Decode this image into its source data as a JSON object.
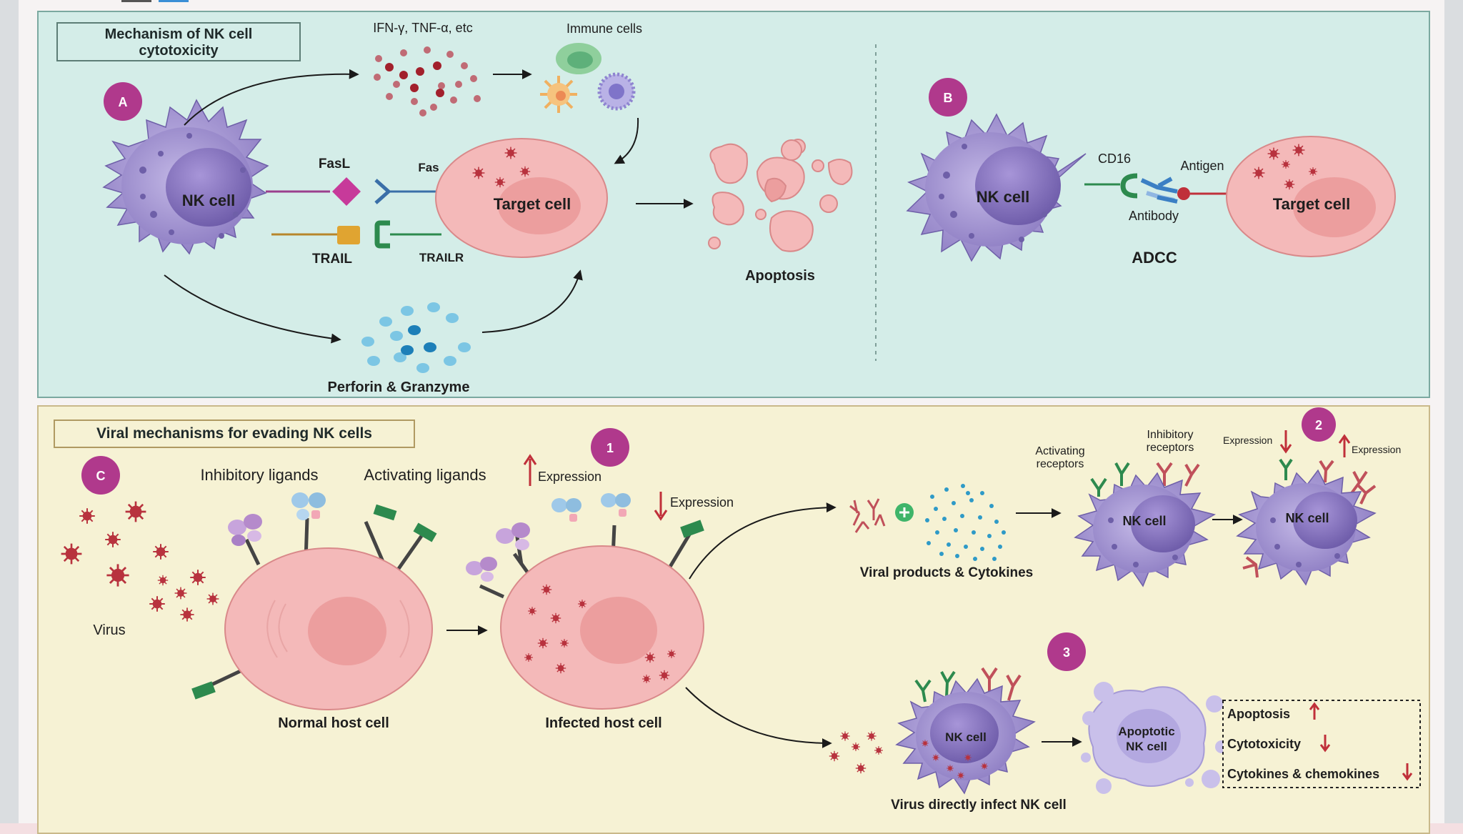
{
  "panel_a": {
    "title_line1": "Mechanism of NK cell",
    "title_line2": "cytotoxicity",
    "badge": "A",
    "cytokines_label": "IFN-γ, TNF-α, etc",
    "immune_cells_label": "Immune cells",
    "nk_cell": "NK cell",
    "fasl": "FasL",
    "fas": "Fas",
    "trail": "TRAIL",
    "trailr": "TRAILR",
    "target_cell": "Target cell",
    "apoptosis": "Apoptosis",
    "perforin": "Perforin & Granzyme"
  },
  "panel_b": {
    "badge": "B",
    "nk_cell": "NK cell",
    "cd16": "CD16",
    "antigen": "Antigen",
    "antibody": "Antibody",
    "adcc": "ADCC",
    "target_cell": "Target cell"
  },
  "panel_c": {
    "title": "Viral mechanisms for evading NK cells",
    "badge": "C",
    "inhibitory_ligands": "Inhibitory ligands",
    "activating_ligands": "Activating ligands",
    "virus": "Virus",
    "normal_host_cell": "Normal host cell",
    "infected_host_cell": "Infected host cell",
    "badge_1": "1",
    "expression_up": "Expression",
    "expression_down": "Expression",
    "viral_products": "Viral products & Cytokines",
    "activating_receptors_1": "Activating",
    "activating_receptors_2": "receptors",
    "inhibitory_receptors_1": "Inhibitory",
    "inhibitory_receptors_2": "receptors",
    "badge_2": "2",
    "expression_2_down": "Expression",
    "expression_2_up": "Expression",
    "nk_cell_1": "NK cell",
    "nk_cell_2": "NK cell",
    "badge_3": "3",
    "nk_cell_3": "NK cell",
    "apoptotic_1": "Apoptotic",
    "apoptotic_2": "NK cell",
    "virus_infect": "Virus directly infect NK cell",
    "legend_apoptosis": "Apoptosis",
    "legend_cytotoxicity": "Cytotoxicity",
    "legend_cytokines": "Cytokines & chemokines"
  },
  "colors": {
    "badge": "#b0398c",
    "nk_cell": "#a99ad3",
    "target_cell": "#f4b9b9",
    "virus": "#b8333e",
    "activating": "#2d8a4e",
    "arrow_up": "#c0303a"
  }
}
